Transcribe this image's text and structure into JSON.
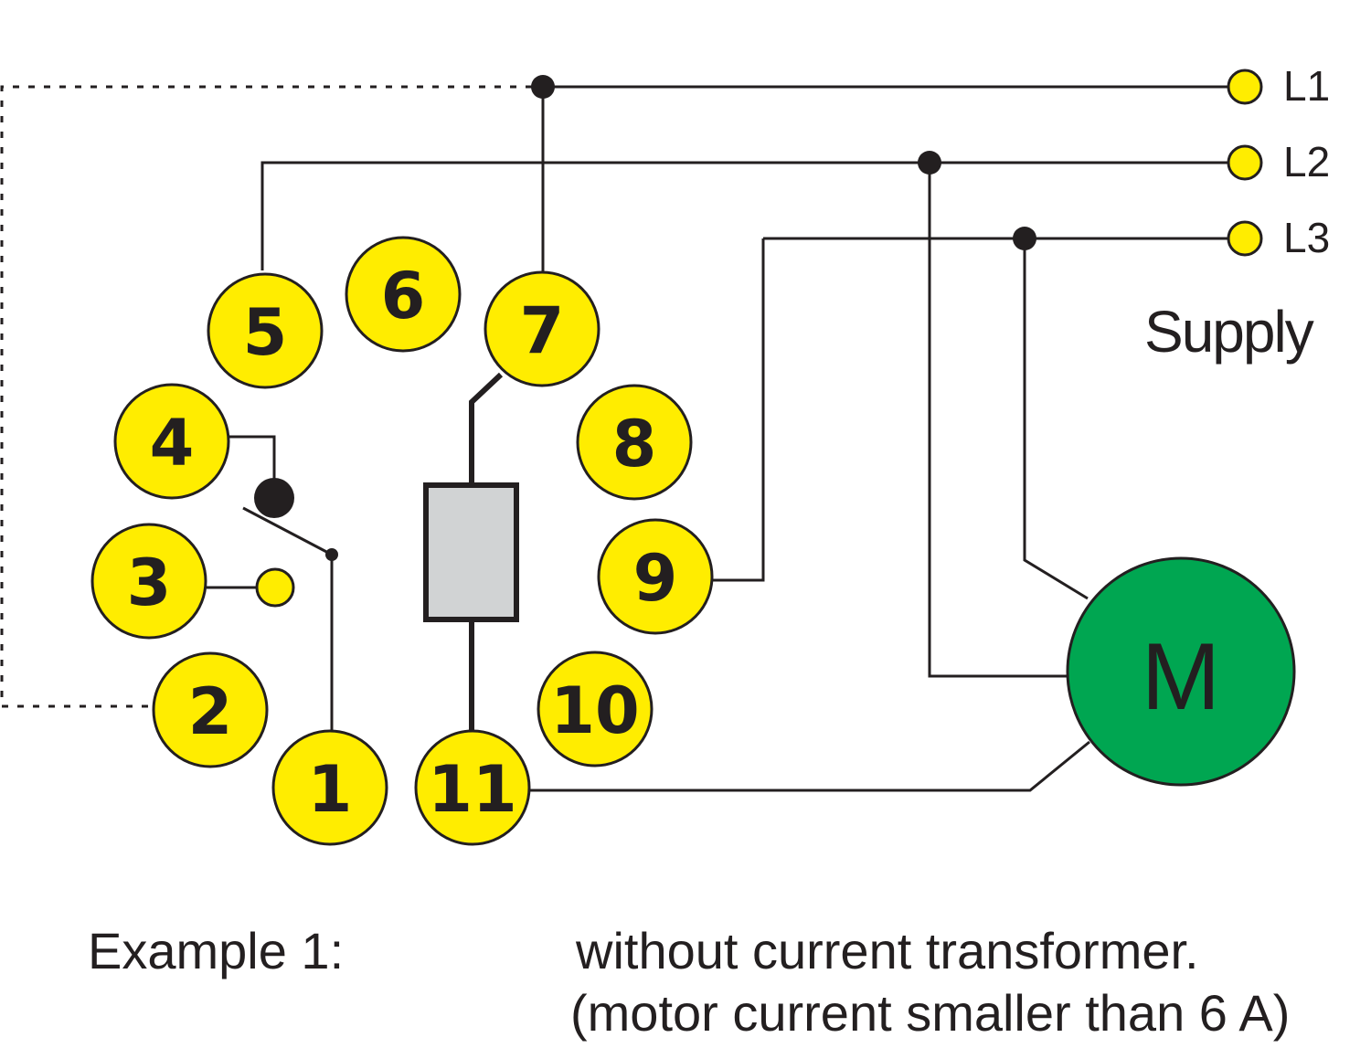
{
  "pins": [
    "1",
    "2",
    "3",
    "4",
    "5",
    "6",
    "7",
    "8",
    "9",
    "10",
    "11"
  ],
  "supply": {
    "lines": [
      "L1",
      "L2",
      "L3"
    ],
    "label": "Supply"
  },
  "motor": {
    "label": "M"
  },
  "caption": {
    "example": "Example 1:",
    "line1": "without current transformer.",
    "line2": "(motor current smaller than 6 A)"
  },
  "colors": {
    "pin_fill": "#ffed00",
    "motor_fill": "#00a651",
    "coil_fill": "#d1d3d4",
    "line": "#231f20"
  }
}
